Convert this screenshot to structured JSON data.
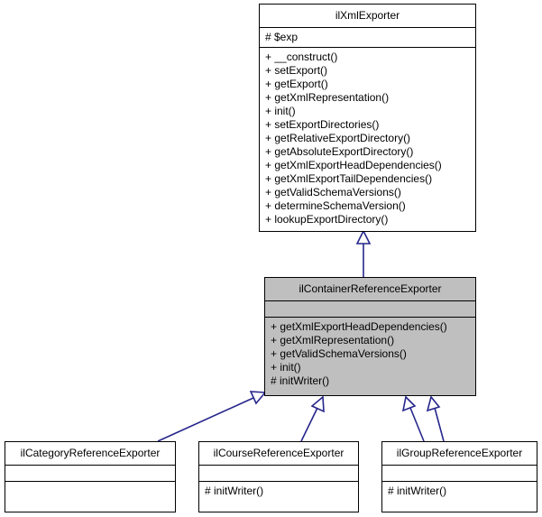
{
  "diagram": {
    "type": "uml-class-diagram",
    "title": "ilContainerReferenceExporter inheritance graph",
    "background_color": "#ffffff",
    "edge_color": "#26268c",
    "highlight_color": "#bfbfbf",
    "border_color": "#000000"
  },
  "classes": [
    {
      "id": "ilXmlExporter",
      "name": "ilXmlExporter",
      "highlighted": false,
      "attributes": [
        "# $exp"
      ],
      "operations": [
        "+ __construct()",
        "+ setExport()",
        "+ getExport()",
        "+ getXmlRepresentation()",
        "+ init()",
        "+ setExportDirectories()",
        "+ getRelativeExportDirectory()",
        "+ getAbsoluteExportDirectory()",
        "+ getXmlExportHeadDependencies()",
        "+ getXmlExportTailDependencies()",
        "+ getValidSchemaVersions()",
        "+ determineSchemaVersion()",
        "+ lookupExportDirectory()"
      ]
    },
    {
      "id": "ilContainerReferenceExporter",
      "name": "ilContainerReferenceExporter",
      "highlighted": true,
      "attributes": [],
      "operations": [
        "+ getXmlExportHeadDependencies()",
        "+ getXmlRepresentation()",
        "+ getValidSchemaVersions()",
        "+ init()",
        "# initWriter()"
      ]
    },
    {
      "id": "ilCategoryReferenceExporter",
      "name": "ilCategoryReferenceExporter",
      "highlighted": false,
      "attributes": [],
      "operations": []
    },
    {
      "id": "ilCourseReferenceExporter",
      "name": "ilCourseReferenceExporter",
      "highlighted": false,
      "attributes": [],
      "operations": [
        "# initWriter()"
      ]
    },
    {
      "id": "ilGroupReferenceExporter",
      "name": "ilGroupReferenceExporter",
      "highlighted": false,
      "attributes": [],
      "operations": [
        "# initWriter()"
      ]
    }
  ],
  "relations": [
    {
      "from": "ilContainerReferenceExporter",
      "to": "ilXmlExporter",
      "kind": "inheritance"
    },
    {
      "from": "ilCategoryReferenceExporter",
      "to": "ilContainerReferenceExporter",
      "kind": "inheritance"
    },
    {
      "from": "ilCourseReferenceExporter",
      "to": "ilContainerReferenceExporter",
      "kind": "inheritance"
    },
    {
      "from": "ilGroupReferenceExporter",
      "to": "ilContainerReferenceExporter",
      "kind": "inheritance"
    },
    {
      "from": "ilGroupReferenceExporter",
      "to": "ilContainerReferenceExporter",
      "kind": "inheritance"
    }
  ]
}
